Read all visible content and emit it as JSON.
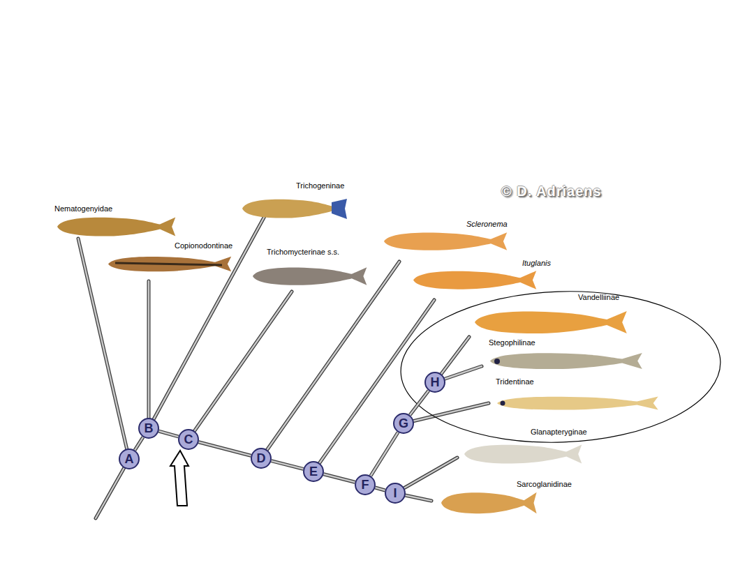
{
  "diagram": {
    "nodes": [
      {
        "text": [
          "A"
        ]
      },
      {
        "text": [
          "B"
        ]
      },
      {
        "text": [
          "C"
        ]
      },
      {
        "text": [
          "D"
        ]
      },
      {
        "text": [
          "E"
        ]
      },
      {
        "text": [
          "F"
        ]
      },
      {
        "text": [
          "I"
        ]
      },
      {
        "text": [
          "G"
        ]
      },
      {
        "text": [
          "H"
        ]
      }
    ],
    "edges": [
      {
        "from": 0,
        "to": 1,
        "arrow": "none"
      },
      {
        "from": 1,
        "to": 2,
        "arrow": "none"
      },
      {
        "from": 2,
        "to": 3,
        "arrow": "none"
      },
      {
        "from": 3,
        "to": 4,
        "arrow": "none"
      },
      {
        "from": 4,
        "to": 5,
        "arrow": "none"
      },
      {
        "from": 5,
        "to": 6,
        "arrow": "none"
      },
      {
        "from": 5,
        "to": 7,
        "arrow": "none"
      },
      {
        "from": 7,
        "to": 8,
        "arrow": "none"
      }
    ],
    "labels": [
      "Nematogenyidae",
      "Copionodontinae",
      "Trichogeninae",
      "Trichomycterinae s.s.",
      "Scleronema",
      "Ituglanis",
      "Vandelliinae",
      "Stegophilinae",
      "Tridentinae",
      "Glanapteryginae",
      "Sarcoglanidinae",
      "© D. Adriaens"
    ]
  }
}
